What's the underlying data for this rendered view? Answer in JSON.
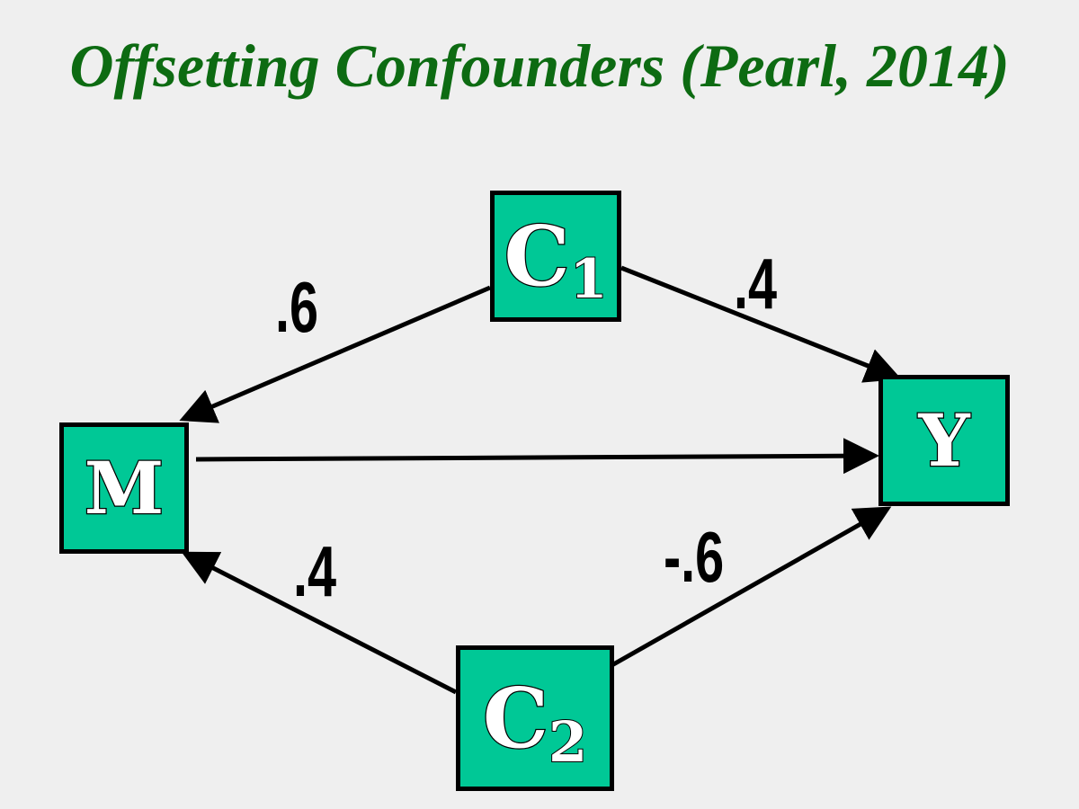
{
  "title": "Offsetting Confounders (Pearl, 2014)",
  "nodes": {
    "c1": {
      "letter": "C",
      "sub": "1"
    },
    "c2": {
      "letter": "C",
      "sub": "2"
    },
    "m": {
      "label": "M"
    },
    "y": {
      "label": "Y"
    }
  },
  "edges": {
    "c1_m": ".6",
    "c1_y": ".4",
    "c2_m": ".4",
    "c2_y": "-.6"
  },
  "colors": {
    "title": "#0d6b12",
    "node_fill": "#00c896",
    "background": "#efefef"
  }
}
